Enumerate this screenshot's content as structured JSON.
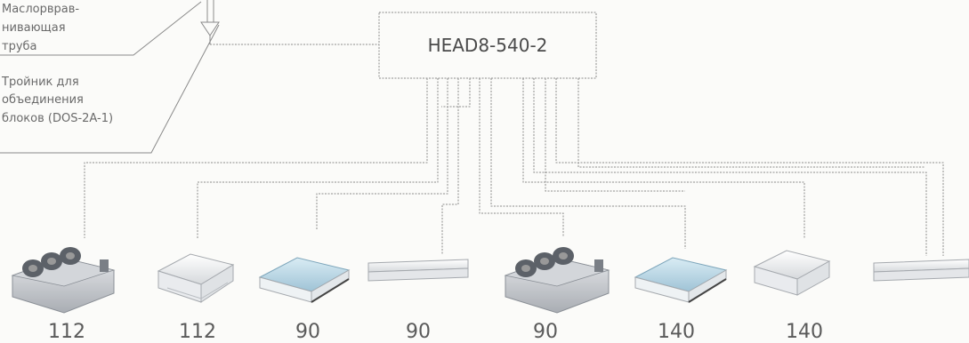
{
  "outdoor_unit": {
    "model": "HEAD8-540-2"
  },
  "callouts": [
    {
      "lines": [
        "Маслорврав-",
        "нивающая",
        "труба"
      ]
    },
    {
      "lines": [
        "Тройник для",
        "объединения",
        "блоков (DOS-2A-1)"
      ]
    }
  ],
  "indoor_units": [
    {
      "icon": "ducted-unit-icon",
      "capacity": "112"
    },
    {
      "icon": "cassette-unit-icon",
      "capacity": "112"
    },
    {
      "icon": "cassette-unit-icon",
      "capacity": "90"
    },
    {
      "icon": "wall-panel-unit-icon",
      "capacity": "90"
    },
    {
      "icon": "ducted-unit-icon",
      "capacity": "90"
    },
    {
      "icon": "cassette-unit-icon",
      "capacity": "140"
    },
    {
      "icon": "cassette-unit-icon",
      "capacity": "140"
    },
    {
      "icon": "wall-panel-unit-icon",
      "capacity": ""
    }
  ],
  "colors": {
    "wire": "#8c8c8c",
    "unit_blue": "#bcd8e6",
    "unit_grey": "#cfd2d6"
  }
}
